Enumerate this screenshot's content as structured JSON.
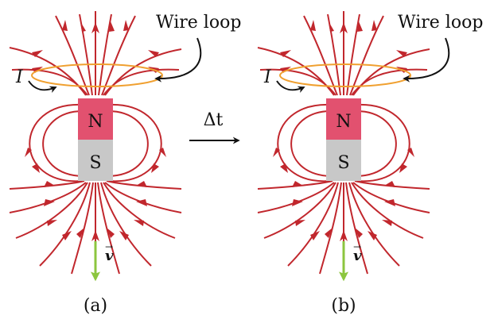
{
  "panels": [
    {
      "id": "a",
      "caption": "(a)",
      "wire_loop_label": "Wire loop",
      "current_label": "I",
      "north_label": "N",
      "south_label": "S",
      "velocity_label": "v"
    },
    {
      "id": "b",
      "caption": "(b)",
      "wire_loop_label": "Wire loop",
      "current_label": "I",
      "north_label": "N",
      "south_label": "S",
      "velocity_label": "v"
    }
  ],
  "transition_label": "Δt",
  "colors": {
    "field_line": "#c1272d",
    "wire_loop": "#f0a030",
    "north_pole": "#e2516f",
    "south_pole": "#c8c8c8",
    "velocity_arrow": "#8cc63f",
    "label_text": "#111111"
  }
}
